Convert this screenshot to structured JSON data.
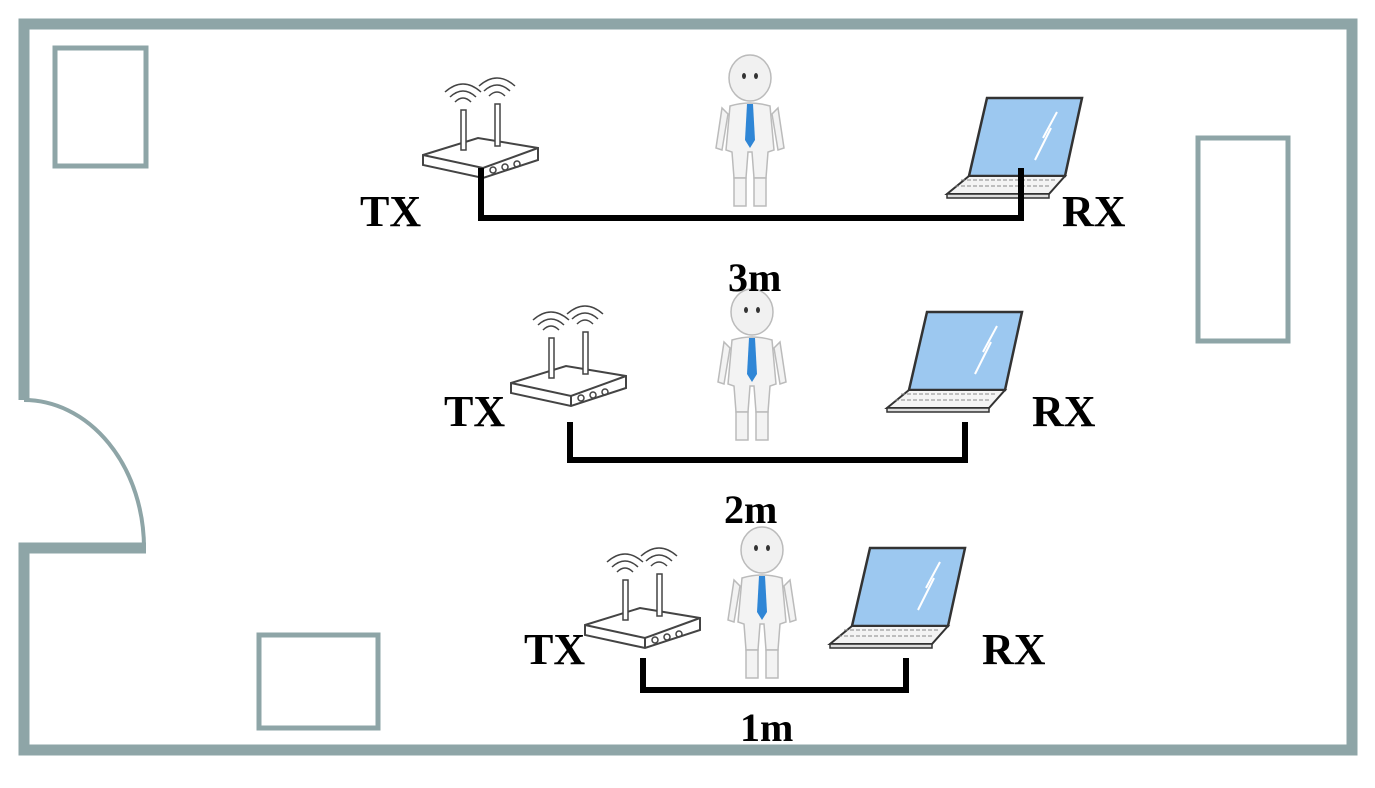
{
  "colors": {
    "wall": "#8ea5a7",
    "screen": "#9cc8f0",
    "tie": "#2f86d6",
    "bracket": "#000000"
  },
  "setups": [
    {
      "tx_label": "TX",
      "rx_label": "RX",
      "distance_label": "3m",
      "distance_m": 3
    },
    {
      "tx_label": "TX",
      "rx_label": "RX",
      "distance_label": "2m",
      "distance_m": 2
    },
    {
      "tx_label": "TX",
      "rx_label": "RX",
      "distance_label": "1m",
      "distance_m": 1
    }
  ],
  "icons": {
    "transmitter": "wifi-router-icon",
    "person": "person-icon",
    "receiver": "laptop-icon"
  }
}
